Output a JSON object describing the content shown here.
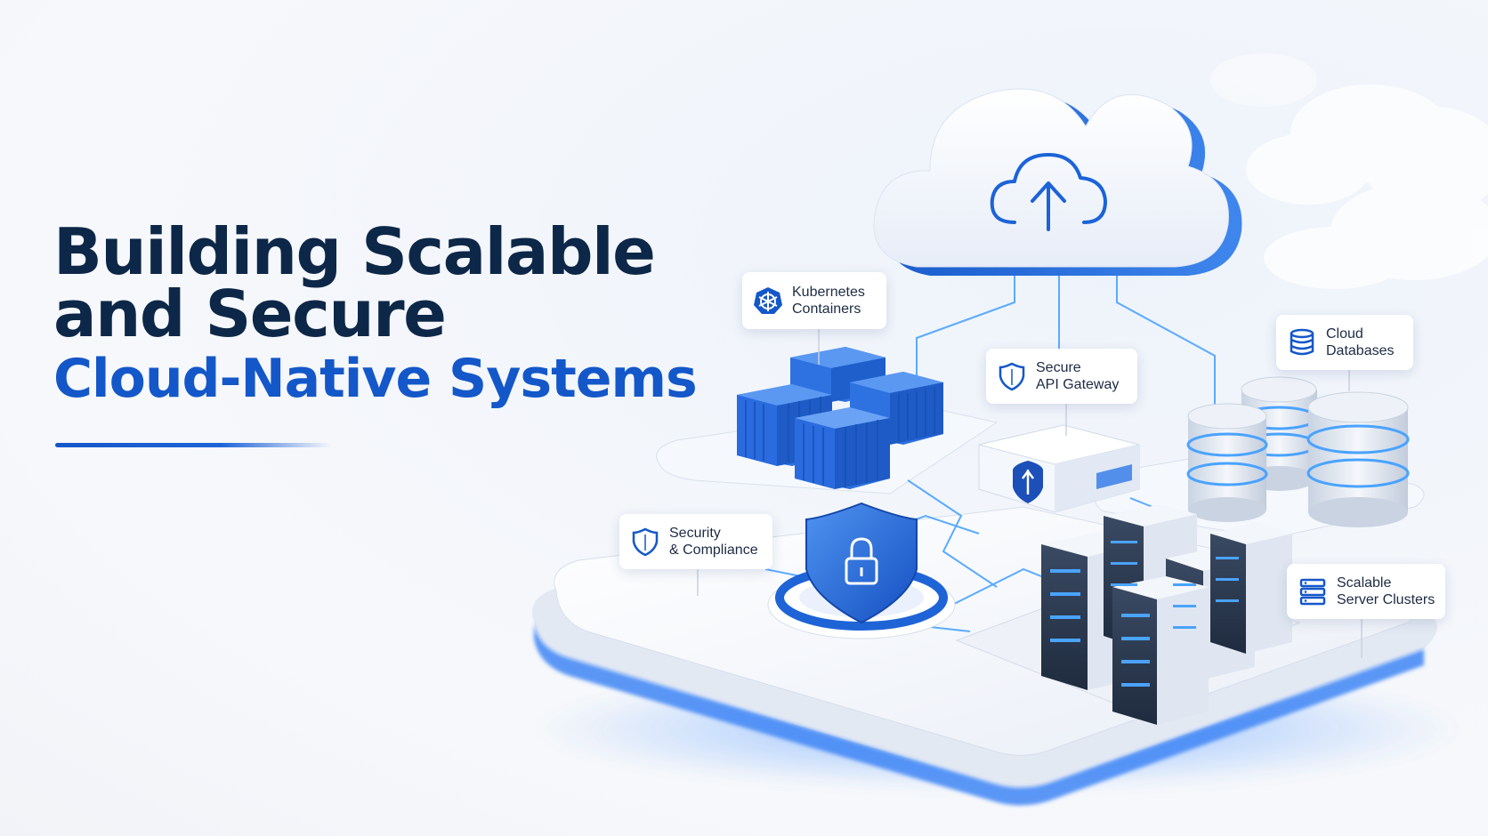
{
  "headline": {
    "line1": "Building Scalable",
    "line2": "and Secure",
    "line3": "Cloud-Native Systems"
  },
  "labels": {
    "kubernetes": {
      "line1": "Kubernetes",
      "line2": "Containers",
      "icon": "kubernetes-icon"
    },
    "gateway": {
      "line1": "Secure",
      "line2": "API Gateway",
      "icon": "shield-icon"
    },
    "databases": {
      "line1": "Cloud",
      "line2": "Databases",
      "icon": "database-icon"
    },
    "security": {
      "line1": "Security",
      "line2": "& Compliance",
      "icon": "shield-icon"
    },
    "servers": {
      "line1": "Scalable",
      "line2": "Server Clusters",
      "icon": "server-icon"
    }
  },
  "colors": {
    "navy": "#0d2748",
    "accent_blue": "#1457c9",
    "glow_blue": "#3b8cff"
  }
}
